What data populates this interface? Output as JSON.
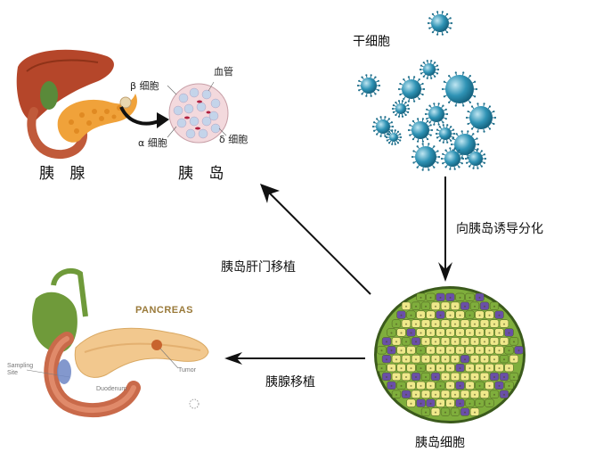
{
  "nodes": {
    "pancreas_islet": {
      "pancreas_label": "胰 腺",
      "islet_label": "胰 岛",
      "beta_cell_label": "β 细胞",
      "blood_vessel_label": "血管",
      "alpha_cell_label": "α 细胞",
      "delta_cell_label": "δ 细胞"
    },
    "stem_cells": {
      "label": "干细胞"
    },
    "islet_cells": {
      "label": "胰岛细胞"
    },
    "pancreas_anatomy": {
      "title": "PANCREAS",
      "tumor_label": "Tumor",
      "duodenum_label": "Duodenum",
      "sampling_site_label": "Sampling Site"
    }
  },
  "edges": [
    {
      "from": "stem_cells",
      "to": "islet_cells",
      "label": "向胰岛诱导分化"
    },
    {
      "from": "islet_cells",
      "to": "pancreas_islet",
      "label": "胰岛肝门移植"
    },
    {
      "from": "islet_cells",
      "to": "pancreas_anatomy",
      "label": "胰腺移植"
    }
  ],
  "colors": {
    "liver": "#b5462a",
    "pancreas": "#f0a23a",
    "stem_cell": "#2f93b5",
    "islet_yellow": "#efe98a",
    "islet_green": "#7fae3c",
    "islet_purple": "#6a4fa8"
  }
}
